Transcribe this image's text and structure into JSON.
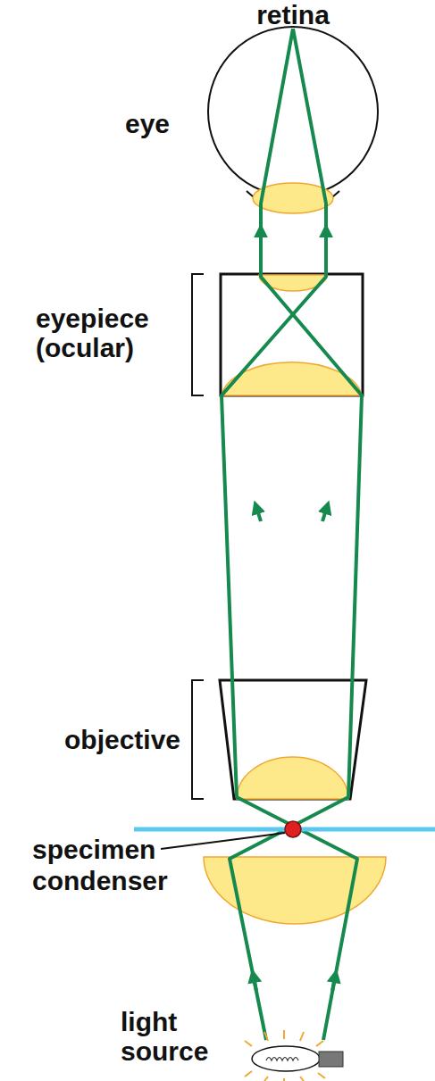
{
  "diagram": {
    "labels": [
      "retina",
      "eye",
      "eyepiece (ocular)",
      "objective",
      "specimen",
      "condenser",
      "light source"
    ]
  }
}
